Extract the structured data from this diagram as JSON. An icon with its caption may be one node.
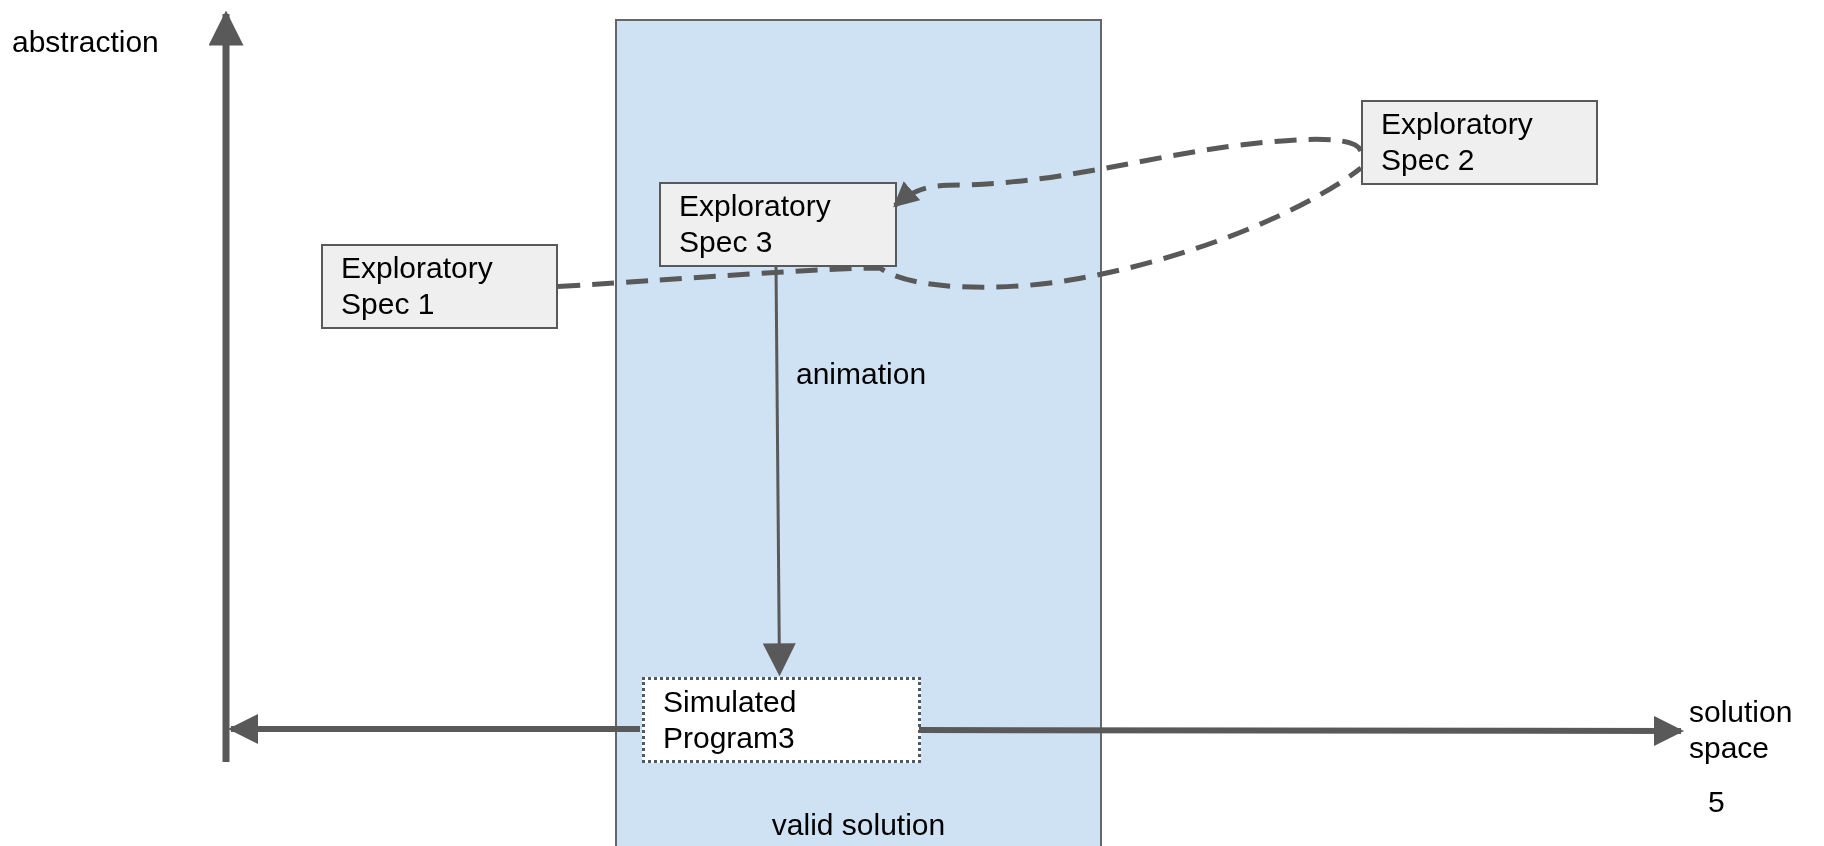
{
  "diagram": {
    "nodes": [
      {
        "text": [
          "valid solution"
        ]
      },
      {
        "text": [
          "Exploratory Spec 1"
        ]
      },
      {
        "text": [
          "Exploratory Spec 3"
        ],
        "in": 0
      },
      {
        "text": [
          "Exploratory Spec 2"
        ]
      },
      {
        "text": [
          "Simulated Program3"
        ],
        "in": 0
      }
    ],
    "edges": [
      {
        "from": 1,
        "to": 3,
        "arrow": "none",
        "style": "dashed"
      },
      {
        "from": 3,
        "to": 2,
        "arrow": "to",
        "style": "dashed"
      },
      {
        "from": 2,
        "to": 4,
        "arrow": "to",
        "label": "animation"
      }
    ],
    "labels": [
      "abstraction",
      "solution space",
      "5"
    ]
  }
}
